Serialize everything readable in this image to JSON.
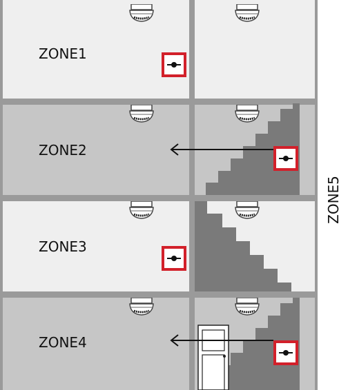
{
  "zones": [
    {
      "label": "ZONE1"
    },
    {
      "label": "ZONE2"
    },
    {
      "label": "ZONE3"
    },
    {
      "label": "ZONE4"
    }
  ],
  "side_label": "ZONE5",
  "colors": {
    "light_room": "#efefef",
    "dark_room": "#c6c6c6",
    "wall": "#9a9a9a",
    "stairs": "#7a7a7a",
    "stairs_light": "#bcbcbc",
    "call_point": "#d2202a",
    "detector": "#555555"
  },
  "icons": [
    "smoke-detector-icon",
    "manual-call-point-icon",
    "arrow-left-icon",
    "door-icon",
    "staircase-icon"
  ]
}
